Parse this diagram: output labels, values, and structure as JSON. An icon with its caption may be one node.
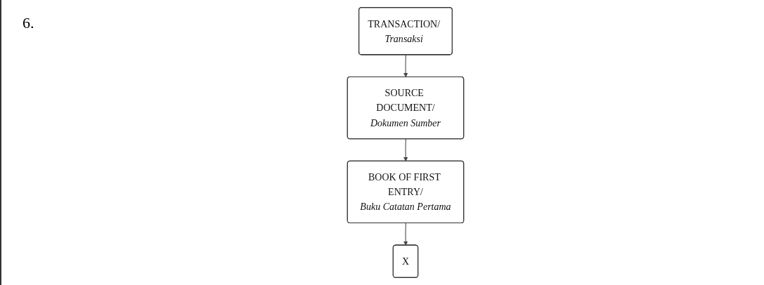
{
  "diagram": {
    "nodes": [
      {
        "text": [
          "TRANSACTION/",
          "Transaksi"
        ]
      },
      {
        "text": [
          "SOURCE DOCUMENT/",
          "Dokumen Sumber"
        ]
      },
      {
        "text": [
          "BOOK OF FIRST ENTRY/",
          "Buku Catatan Pertama"
        ]
      },
      {
        "text": [
          "X"
        ]
      }
    ],
    "edges": [
      {
        "from": 0,
        "to": 1,
        "arrow": "to"
      },
      {
        "from": 1,
        "to": 2,
        "arrow": "to"
      },
      {
        "from": 2,
        "to": 3,
        "arrow": "to"
      }
    ],
    "labels": [
      "6."
    ]
  }
}
